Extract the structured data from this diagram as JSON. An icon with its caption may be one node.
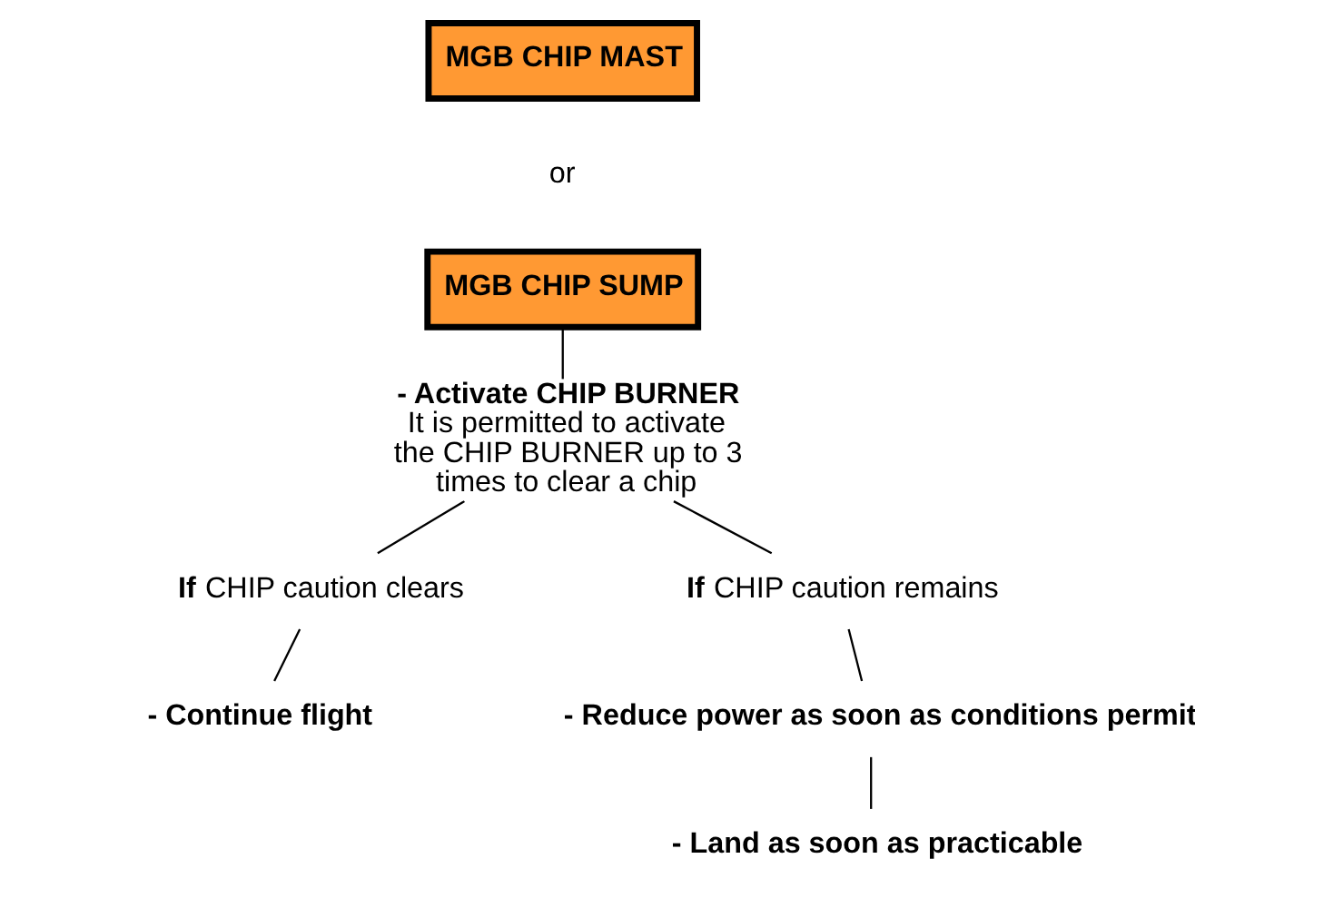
{
  "diagram": {
    "nodes": [
      {
        "text": [
          "MGB CHIP MAST"
        ]
      },
      {
        "text": [
          "MGB CHIP SUMP"
        ]
      },
      {
        "text": [
          "- Activate CHIP BURNER",
          "It is permitted to activate the CHIP BURNER up to 3 times to clear a chip"
        ]
      },
      {
        "text": [
          "**If** CHIP caution clears"
        ]
      },
      {
        "text": [
          "- Continue flight"
        ]
      },
      {
        "text": [
          "**If** CHIP caution remains"
        ]
      },
      {
        "text": [
          "- Reduce power as soon as conditions permit"
        ]
      },
      {
        "text": [
          "- Land as soon as practicable"
        ]
      }
    ],
    "edges": [
      {
        "from": 1,
        "to": 2,
        "arrow": "none"
      },
      {
        "from": 2,
        "to": 3,
        "arrow": "none"
      },
      {
        "from": 2,
        "to": 5,
        "arrow": "none"
      },
      {
        "from": 3,
        "to": 4,
        "arrow": "none"
      },
      {
        "from": 5,
        "to": 6,
        "arrow": "none"
      },
      {
        "from": 6,
        "to": 7,
        "arrow": "none"
      }
    ],
    "labels": [
      "or"
    ]
  }
}
